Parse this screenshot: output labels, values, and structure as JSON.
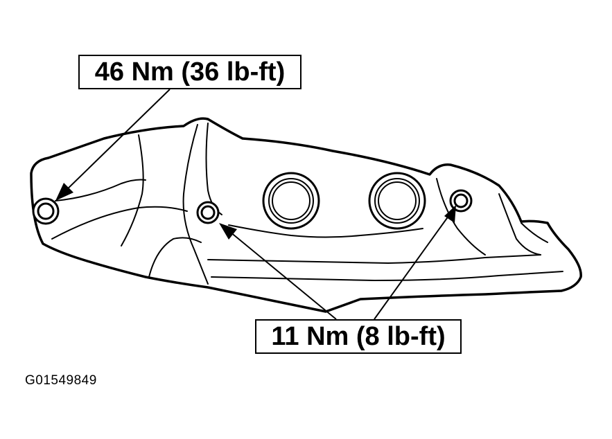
{
  "callouts": {
    "top_torque": "46 Nm (36 lb-ft)",
    "bottom_torque": "11 Nm (8 lb-ft)"
  },
  "figure_id": "G01549849",
  "colors": {
    "line": "#000000",
    "background": "#ffffff"
  }
}
